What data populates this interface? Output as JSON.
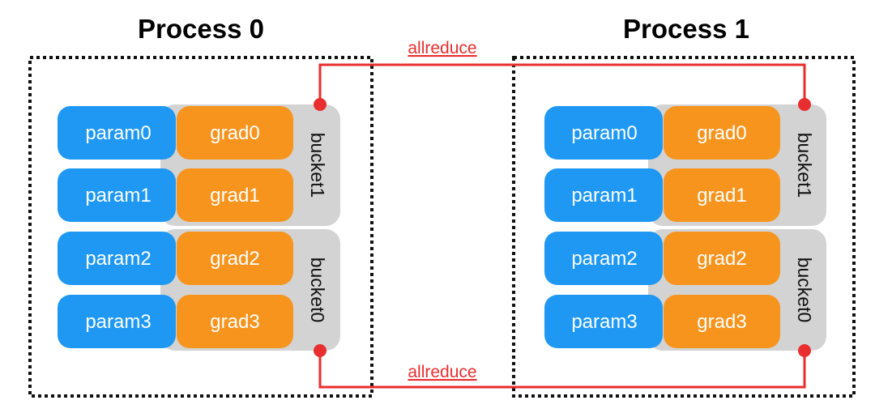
{
  "processes": [
    {
      "title": "Process 0",
      "params": [
        "param0",
        "param1",
        "param2",
        "param3"
      ],
      "grads": [
        "grad0",
        "grad1",
        "grad2",
        "grad3"
      ],
      "buckets": [
        "bucket1",
        "bucket0"
      ]
    },
    {
      "title": "Process 1",
      "params": [
        "param0",
        "param1",
        "param2",
        "param3"
      ],
      "grads": [
        "grad0",
        "grad1",
        "grad2",
        "grad3"
      ],
      "buckets": [
        "bucket1",
        "bucket0"
      ]
    }
  ],
  "links": {
    "top_label": "allreduce",
    "bottom_label": "allreduce"
  },
  "colors": {
    "param": "#1e98f2",
    "grad": "#f7941d",
    "bucket": "#d3d3d3",
    "link": "#e82e2e",
    "outline": "#111111"
  }
}
